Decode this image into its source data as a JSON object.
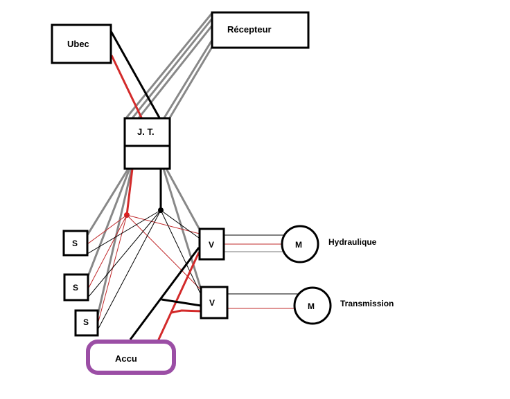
{
  "diagram": {
    "title": "",
    "nodes": {
      "ubec": {
        "label": "Ubec"
      },
      "recepteur": {
        "label": "Récepteur"
      },
      "jt": {
        "label": "J. T."
      },
      "servo1": {
        "label": "S"
      },
      "servo2": {
        "label": "S"
      },
      "servo3": {
        "label": "S"
      },
      "esc1": {
        "label": "V"
      },
      "esc2": {
        "label": "V"
      },
      "motor1": {
        "label": "M"
      },
      "motor2": {
        "label": "M"
      },
      "accu": {
        "label": "Accu"
      }
    },
    "annotations": {
      "motor1_name": "Hydraulique",
      "motor2_name": "Transmission"
    },
    "edges": [
      {
        "from": "ubec",
        "to": "jt",
        "color": "black",
        "kind": "power"
      },
      {
        "from": "ubec",
        "to": "jt",
        "color": "red",
        "kind": "power"
      },
      {
        "from": "recepteur",
        "to": "jt",
        "color": "gray",
        "kind": "signal",
        "count": 5
      },
      {
        "from": "jt",
        "to": "servo1",
        "color": "gray",
        "kind": "signal"
      },
      {
        "from": "jt",
        "to": "servo2",
        "color": "gray",
        "kind": "signal"
      },
      {
        "from": "jt",
        "to": "servo3",
        "color": "gray",
        "kind": "signal"
      },
      {
        "from": "jt",
        "to": "esc1",
        "color": "gray",
        "kind": "signal"
      },
      {
        "from": "jt",
        "to": "esc2",
        "color": "gray",
        "kind": "signal"
      },
      {
        "from": "jt",
        "to": "red-junction",
        "color": "red",
        "kind": "power"
      },
      {
        "from": "jt",
        "to": "black-junction",
        "color": "black",
        "kind": "power"
      },
      {
        "from": "esc1",
        "to": "motor1",
        "color": "black/red/gray",
        "kind": "phase"
      },
      {
        "from": "esc2",
        "to": "motor2",
        "color": "black/red",
        "kind": "phase"
      },
      {
        "from": "accu",
        "to": "esc1",
        "color": "black",
        "kind": "power"
      },
      {
        "from": "accu",
        "to": "esc1",
        "color": "red",
        "kind": "power"
      },
      {
        "from": "accu",
        "to": "esc2",
        "color": "black",
        "kind": "power"
      },
      {
        "from": "accu",
        "to": "esc2",
        "color": "red",
        "kind": "power"
      }
    ],
    "colors": {
      "signal": "#888888",
      "positive": "#d32a2a",
      "negative": "#000000",
      "battery": "#9b4ea5"
    }
  }
}
